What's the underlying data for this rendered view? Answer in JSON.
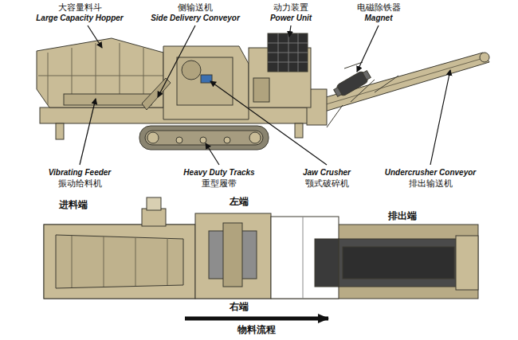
{
  "diagram": {
    "labels": [
      "大容量料斗",
      "Large Capacity Hopper",
      "侧输送机",
      "Side Delivery Conveyor",
      "动力装置",
      "Power Unit",
      "电磁除铁器",
      "Magnet",
      "Vibrating Feeder",
      "振动给料机",
      "Heavy Duty Tracks",
      "重型履带",
      "Jaw Crusher",
      "颚式破碎机",
      "Undercrusher Conveyor",
      "排出输送机",
      "进料端",
      "左端",
      "排出端",
      "右端",
      "物料流程"
    ]
  }
}
